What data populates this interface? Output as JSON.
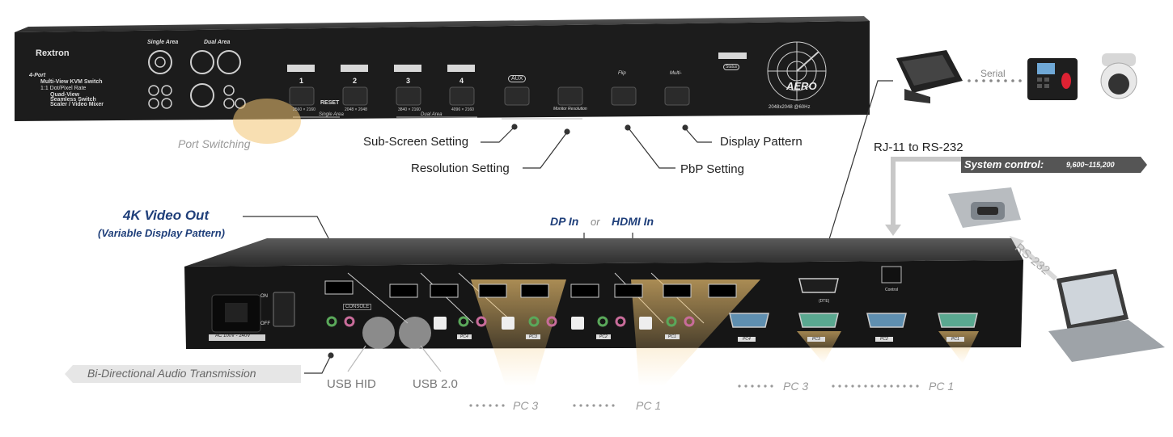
{
  "front_panel": {
    "brand": "Rextron",
    "model_lines": [
      "4-Port",
      "Multi-View KVM Switch",
      "1:1 Dot/Pixel Rate",
      "Quad-View",
      "Seamless Switch",
      "Scaler / Video Mixer"
    ],
    "single_area_label": "Single Area",
    "dual_area_label": "Dual Area",
    "port_buttons": [
      "1",
      "2",
      "3",
      "4"
    ],
    "reset_label": "RESET",
    "res_labels": [
      "2560 × 2160",
      "2048 × 2048",
      "3840 × 2160",
      "4096 × 2160"
    ],
    "single_area_bottom": "Single Area",
    "dual_area_bottom": "Dual Area",
    "aux_label": "AUX",
    "monitor_resolution_label": "Monitor Resolution",
    "flip_label": "Flip",
    "multi_label": "Multi-",
    "status_label": "Status",
    "aero_label": "AERO",
    "aero_spec": "2048x2048 @60Hz"
  },
  "callouts": {
    "port_switching": "Port Switching",
    "sub_screen_setting": "Sub-Screen Setting",
    "resolution_setting": "Resolution Setting",
    "pbp_setting": "PbP Setting",
    "display_pattern": "Display Pattern",
    "serial": "Serial",
    "rj11": "RJ-11 to RS-232",
    "system_control_label": "System control:",
    "system_control_range": "9,600~115,200",
    "rs232": "RS-232",
    "video_out": "4K Video Out",
    "variable_display": "(Variable Display Pattern)",
    "dp_in": "DP In",
    "or": "or",
    "hdmi_in": "HDMI In",
    "bidirectional_audio": "Bi-Directional Audio Transmission",
    "usb_hid": "USB HID",
    "usb_20": "USB 2.0",
    "pc3_a": "PC 3",
    "pc1_a": "PC 1",
    "pc3_b": "PC 3",
    "pc1_b": "PC 1"
  },
  "rear_panel": {
    "power_rating": "AC 100V - 240V",
    "on_label": "ON",
    "off_label": "OFF",
    "console_label": "CONSOLE",
    "pc_ports": [
      "PC4",
      "PC3",
      "PC2",
      "PC1"
    ],
    "serial_ports": [
      "PC4",
      "PC3",
      "PC2",
      "PC1"
    ],
    "dte_label": "(DTE)",
    "control_label": "Control"
  },
  "colors": {
    "highlight": "#f2c572",
    "device_dark": "#1a1a1a",
    "port_blue": "#5f8fb0",
    "port_green": "#5aa890",
    "title_blue": "#1f3f7a"
  }
}
